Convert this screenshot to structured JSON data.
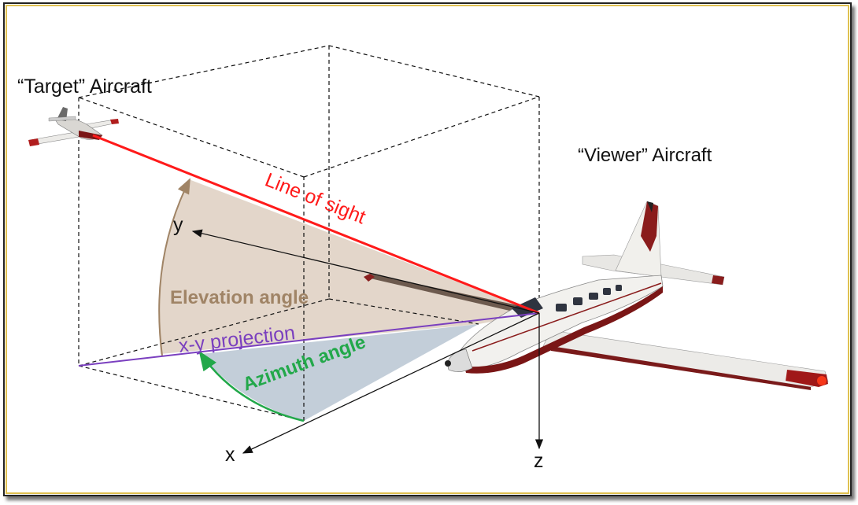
{
  "labels": {
    "target_aircraft": "“Target” Aircraft",
    "viewer_aircraft": "“Viewer” Aircraft",
    "line_of_sight": "Line of sight",
    "elevation_angle": "Elevation angle",
    "xy_projection": "x-y projection",
    "azimuth_angle": "Azimuth angle",
    "axis_x": "x",
    "axis_y": "y",
    "axis_z": "z"
  },
  "colors": {
    "line_of_sight": "#ff1a1a",
    "elevation": "#a08466",
    "elevation_fill": "#d9c8b8",
    "projection": "#7a3fbf",
    "azimuth": "#22a84a",
    "azimuth_fill": "#b9c6d2",
    "frame_border": "#e0c050"
  }
}
